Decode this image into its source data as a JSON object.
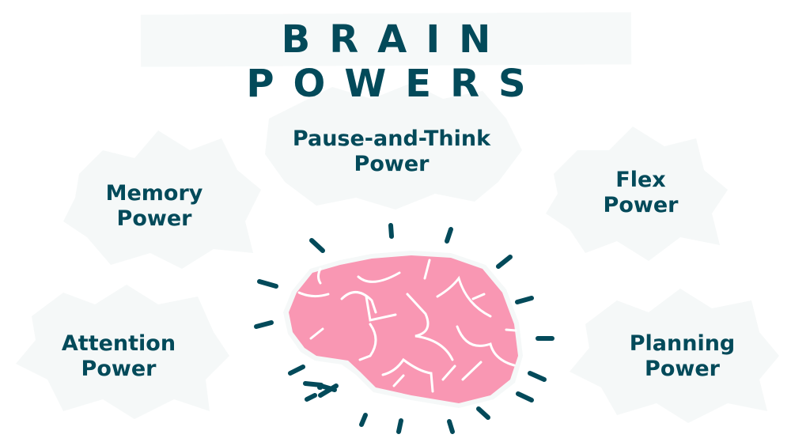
{
  "title": "BRAIN POWERS",
  "powers": [
    {
      "line1": "Pause-and-Think",
      "line2": "Power"
    },
    {
      "line1": "Memory",
      "line2": "Power"
    },
    {
      "line1": "Flex",
      "line2": "Power"
    },
    {
      "line1": "Attention",
      "line2": "Power"
    },
    {
      "line1": "Planning",
      "line2": "Power"
    }
  ],
  "colors": {
    "text": "#034a5a",
    "brain": "#f997b3",
    "burst": "#f5f8f8"
  }
}
